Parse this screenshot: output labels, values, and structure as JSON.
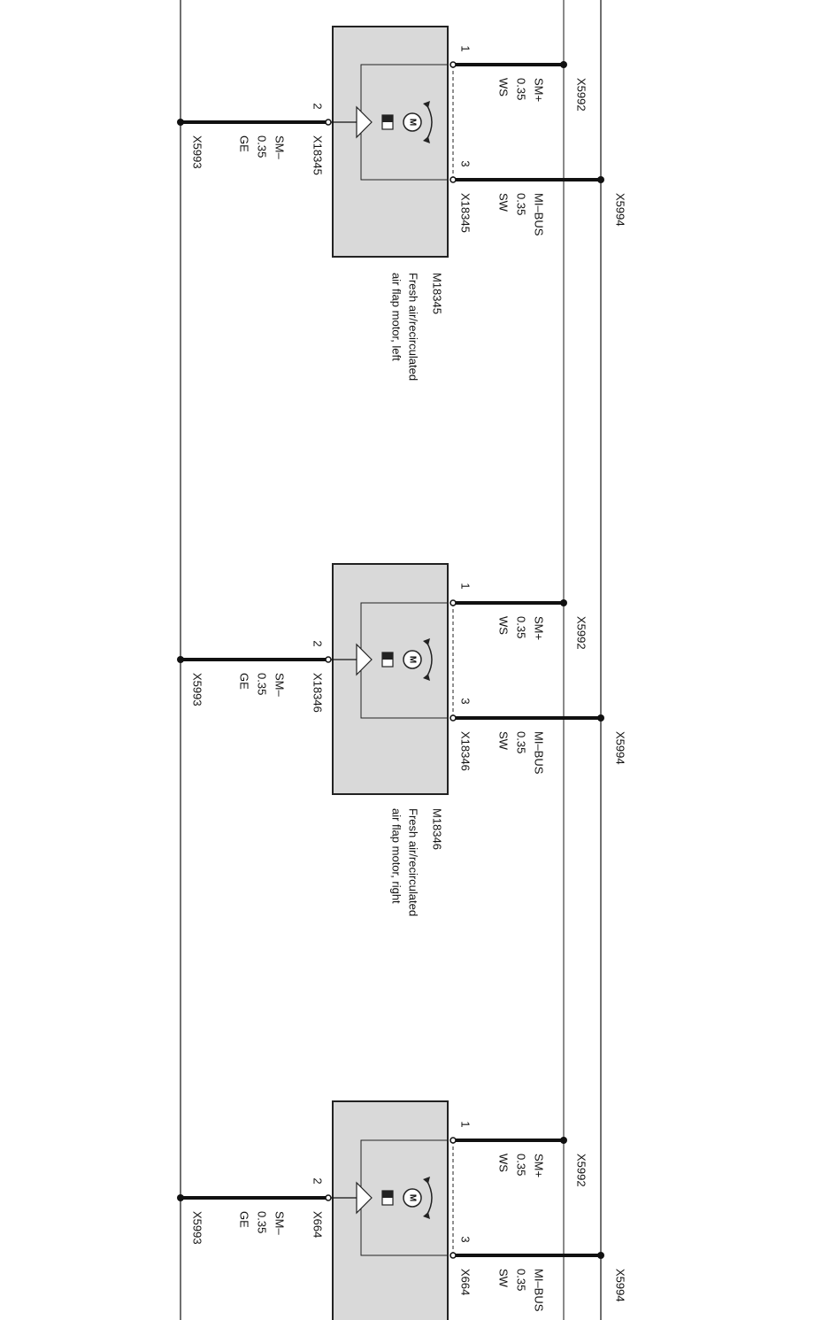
{
  "buses": {
    "left": "X5993",
    "sm_plus": "X5992",
    "mi_bus": "X5994"
  },
  "units": [
    {
      "pin_left_conn": "X18345",
      "pin_right_conn": "X18345",
      "component_id": "M18345",
      "name_line1": "Fresh air/recirculated",
      "name_line2": "air flap motor, left",
      "pins": {
        "p1": "1",
        "p2": "2",
        "p3": "3"
      },
      "wire_sm_plus": {
        "signal": "SM+",
        "size": "0.35",
        "color": "WS"
      },
      "wire_sm_minus": {
        "signal": "SM–",
        "size": "0.35",
        "color": "GE"
      },
      "wire_mi_bus": {
        "signal": "MI–BUS",
        "size": "0.35",
        "color": "SW"
      }
    },
    {
      "pin_left_conn": "X18346",
      "pin_right_conn": "X18346",
      "component_id": "M18346",
      "name_line1": "Fresh air/recirculated",
      "name_line2": "air flap motor, right",
      "pins": {
        "p1": "1",
        "p2": "2",
        "p3": "3"
      },
      "wire_sm_plus": {
        "signal": "SM+",
        "size": "0.35",
        "color": "WS"
      },
      "wire_sm_minus": {
        "signal": "SM–",
        "size": "0.35",
        "color": "GE"
      },
      "wire_mi_bus": {
        "signal": "MI–BUS",
        "size": "0.35",
        "color": "SW"
      }
    },
    {
      "pin_left_conn": "X664",
      "pin_right_conn": "X664",
      "component_id": "",
      "name_line1": "",
      "name_line2": "",
      "pins": {
        "p1": "1",
        "p2": "2",
        "p3": "3"
      },
      "wire_sm_plus": {
        "signal": "SM+",
        "size": "0.35",
        "color": "WS"
      },
      "wire_sm_minus": {
        "signal": "SM–",
        "size": "0.35",
        "color": "GE"
      },
      "wire_mi_bus": {
        "signal": "MI–BUS",
        "size": "0.35",
        "color": "SW"
      }
    }
  ],
  "motor_symbol": "M"
}
